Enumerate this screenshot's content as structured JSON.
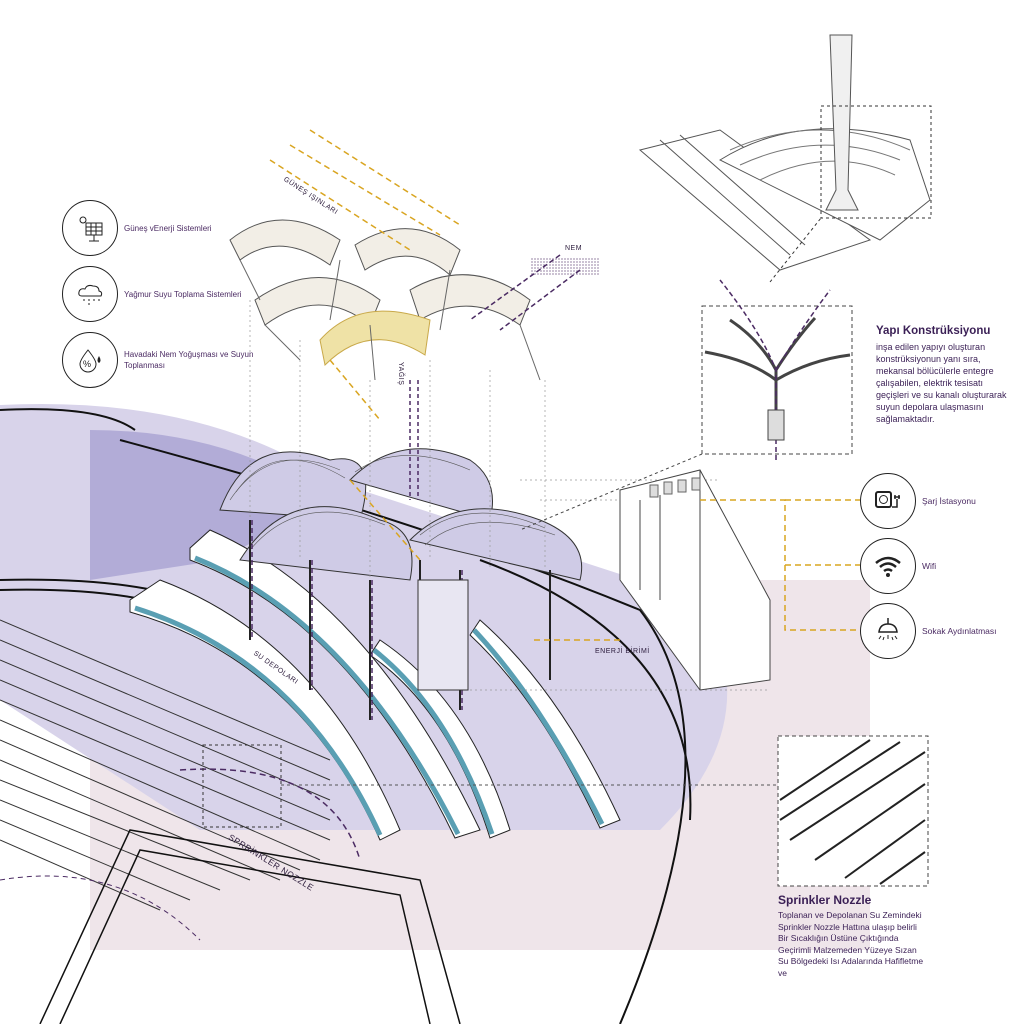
{
  "left_features": [
    {
      "icon": "solar-panel-icon",
      "label": "Güneş vEnerji Sistemleri"
    },
    {
      "icon": "rain-cloud-icon",
      "label": "Yağmur Suyu Toplama Sistemleri"
    },
    {
      "icon": "humidity-icon",
      "label": "Havadaki Nem Yoğuşması ve Suyun Toplanması"
    }
  ],
  "right_features": [
    {
      "icon": "charging-station-icon",
      "label": "Şarj İstasyonu"
    },
    {
      "icon": "wifi-icon",
      "label": "Wifi"
    },
    {
      "icon": "street-lamp-icon",
      "label": "Sokak Aydınlatması"
    }
  ],
  "diagram_labels": {
    "sun_rays": "GÜNEŞ IŞINLARI",
    "humidity": "NEM",
    "rain": "YAĞIŞ",
    "water_tanks": "SU DEPOLARI",
    "energy_unit": "ENERJİ BİRİMİ",
    "sprinkler": "SPRRİNKLER NOZZLE"
  },
  "structure": {
    "title": "Yapı Konstrüksiyonu",
    "body": "inşa edilen yapıyı oluşturan konstrüksiyonun yanı sıra, mekansal bölücülerle entegre çalışabilen, elektrik tesisatı geçişleri ve su kanalı oluşturarak suyun depolara ulaşmasını sağlamaktadır."
  },
  "sprinkler_note": {
    "title": "Sprinkler Nozzle",
    "body": "Toplanan ve Depolanan Su Zemindeki Sprinkler Nozzle Hattına ulaşıp belirli Bir Sıcaklığın Üstüne Çıktığında Geçirimli Malzemeden Yüzeye Sızan Su Bölgedeki Isı Adalarında Hafifletme ve"
  },
  "colors": {
    "accent_purple": "#4b2b63",
    "accent_gold": "#d9a521",
    "water_blue": "#8fc6d6",
    "shadow_lavender": "#b7b0d8"
  }
}
